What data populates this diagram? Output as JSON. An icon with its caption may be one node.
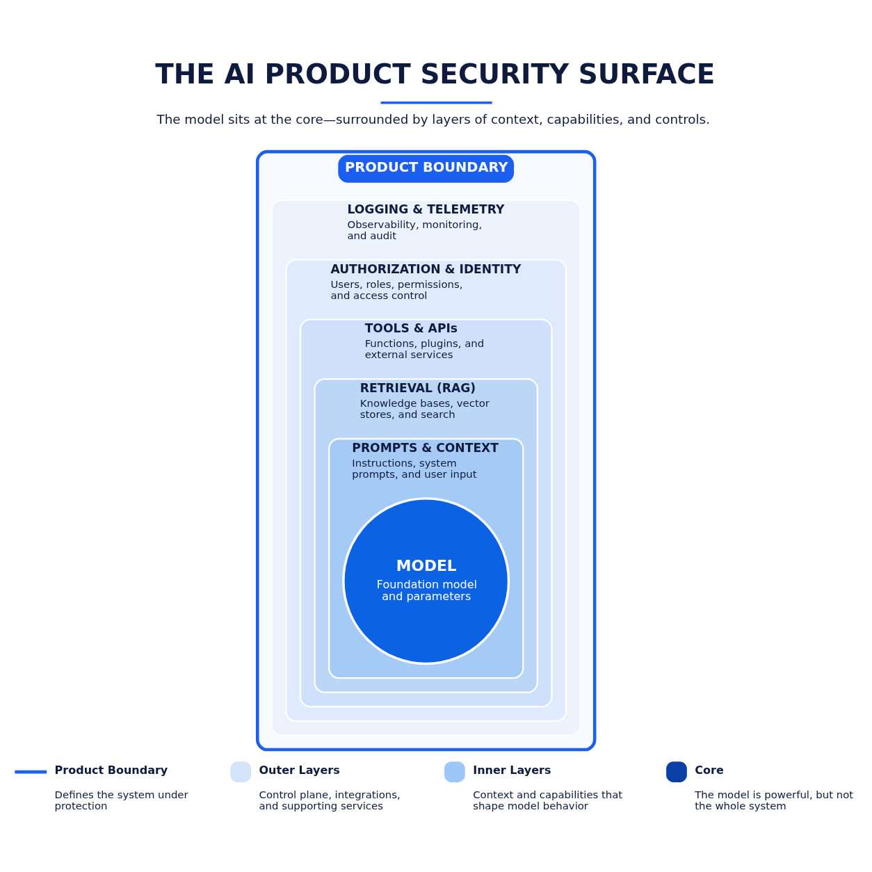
{
  "diagram": {
    "title": "THE AI PRODUCT SECURITY SURFACE",
    "caption": "The model sits at the core—surrounded by layers of context, capabilities, and controls.",
    "nodes": [
      {
        "text": [
          "PRODUCT BOUNDARY"
        ]
      },
      {
        "text": [
          "LOGGING & TELEMETRY",
          "Observability, monitoring, and audit"
        ],
        "in": 0
      },
      {
        "text": [
          "AUTHORIZATION & IDENTITY",
          "Users, roles, permissions, and access control"
        ],
        "in": 1
      },
      {
        "text": [
          "TOOLS & APIs",
          "Functions, plugins, and external services"
        ],
        "in": 2
      },
      {
        "text": [
          "RETRIEVAL (RAG)",
          "Knowledge bases, vector stores, and search"
        ],
        "in": 3
      },
      {
        "text": [
          "PROMPTS & CONTEXT",
          "Instructions, system prompts, and user input"
        ],
        "in": 4
      },
      {
        "text": [
          "MODEL",
          "Foundation model and parameters"
        ],
        "in": 5
      }
    ],
    "labels": [
      "Defines the system under protection",
      "Control plane, integrations, and supporting services",
      "Context and capabilities that shape model behavior",
      "The model is powerful, but not the whole system"
    ],
    "legend": [
      {
        "text": "Product Boundary"
      },
      {
        "text": "Outer Layers",
        "color": "#d3e4fa"
      },
      {
        "text": "Inner Layers",
        "color": "#9cc7f7"
      },
      {
        "text": "Core",
        "color": "#0a3fa3"
      }
    ]
  }
}
